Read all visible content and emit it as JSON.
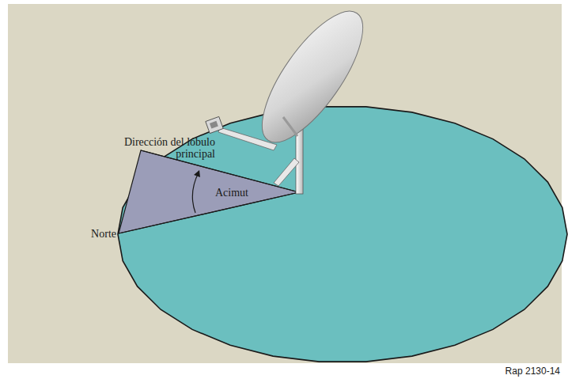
{
  "diagram": {
    "labels": [
      "Dirección del lóbulo principal",
      "Acimut",
      "Norte",
      "Rap 2130-14"
    ]
  }
}
